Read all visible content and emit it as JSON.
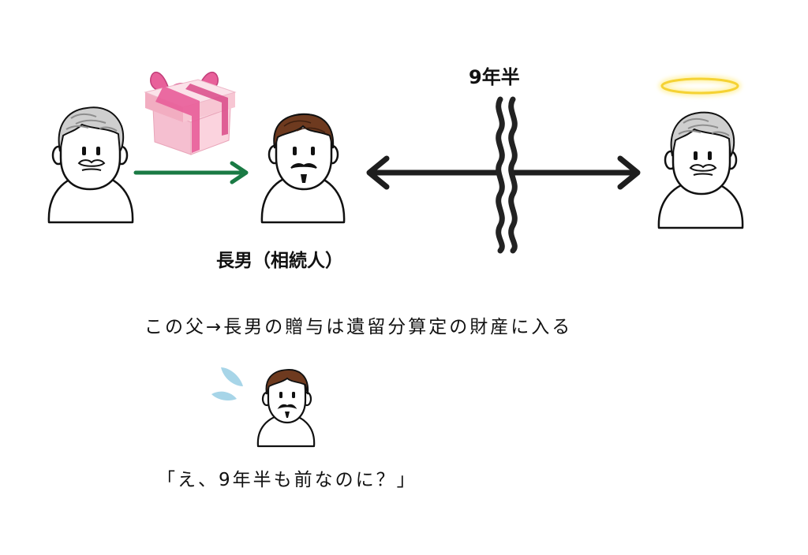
{
  "diagram": {
    "period_label": "9年半",
    "son_label": "長男（相続人）",
    "rule_caption": "この父→長男の贈与は遺留分算定の財産に入る",
    "son_quote": "「え、9年半も前なのに？」"
  },
  "colors": {
    "gift_arrow": "#1a7a44",
    "time_arrow": "#1e1e1e",
    "gift_box": "#f7c6d3",
    "gift_ribbon": "#e8609a",
    "halo": "#f5d233",
    "son_hair": "#6e3a1f",
    "father_hair": "#cfcfcf",
    "sweat_drops": "#a7d5e8"
  },
  "icons": [
    "father-figure",
    "gift-box-icon",
    "gift-arrow",
    "son-figure",
    "time-gap-arrow",
    "time-break-icon",
    "halo-icon",
    "deceased-father-figure",
    "sweat-drops-icon",
    "worried-son-figure"
  ]
}
